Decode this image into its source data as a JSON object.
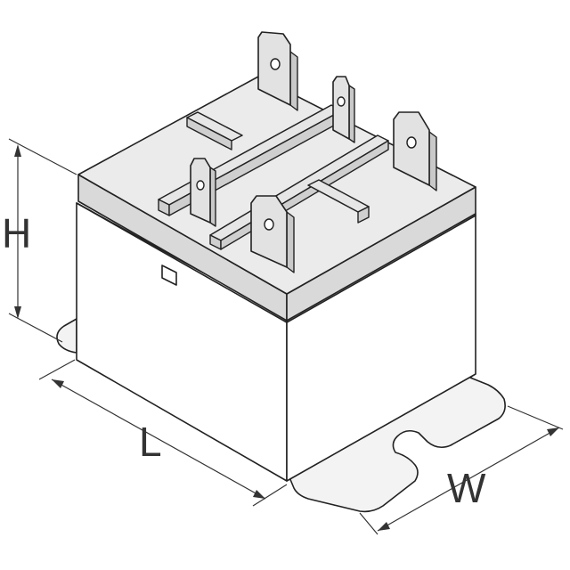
{
  "figure": {
    "dimension_labels": {
      "height": "H",
      "length": "L",
      "width": "W"
    },
    "line_color": "#222222",
    "fill_shade": "#ebebeb"
  }
}
